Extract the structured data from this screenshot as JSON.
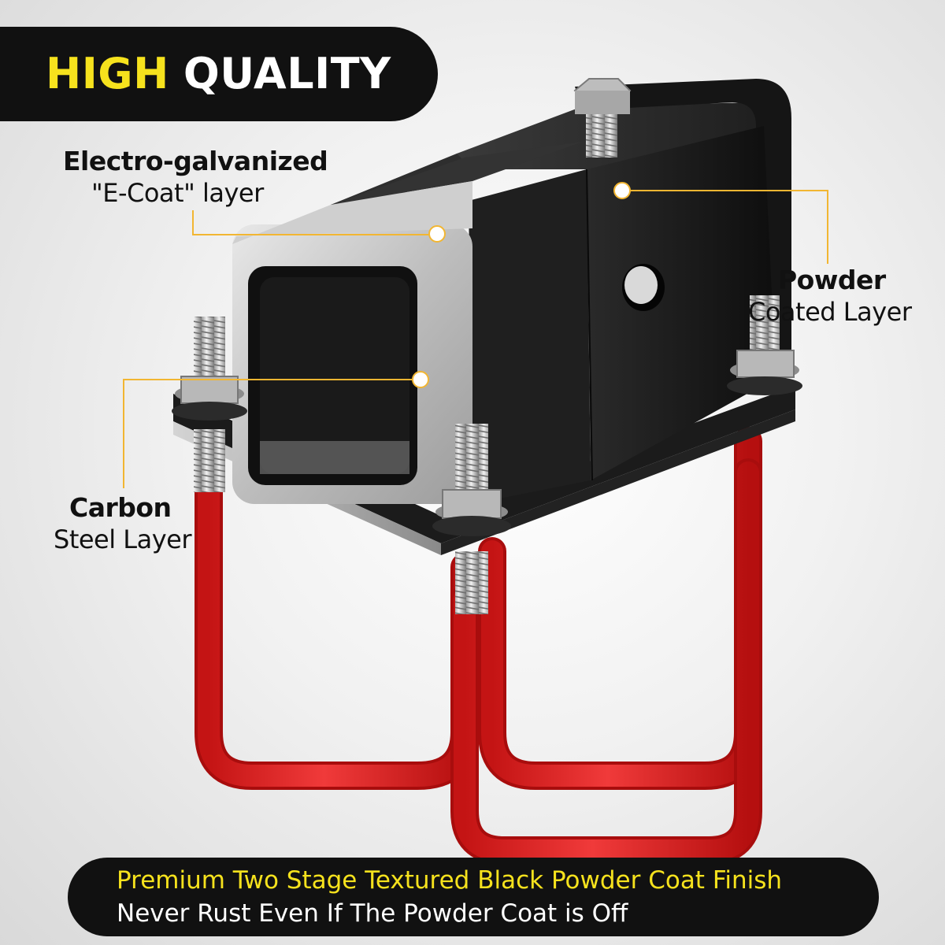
{
  "header": {
    "title_highlight": "HIGH",
    "title_rest": "QUALITY"
  },
  "callouts": {
    "ecoat": {
      "title": "Electro-galvanized",
      "subtitle": "\"E-Coat\" layer"
    },
    "powder": {
      "title": "Powder",
      "subtitle": "Coated Layer"
    },
    "carbon": {
      "title": "Carbon",
      "subtitle": "Steel Layer"
    }
  },
  "footer": {
    "line1": "Premium Two Stage Textured Black Powder Coat Finish",
    "line2": "Never Rust Even If The Powder Coat is Off"
  },
  "colors": {
    "accent_yellow": "#f6e21d",
    "banner_black": "#111111",
    "u_bolt_red": "#e01e1e",
    "callout_line": "#f2b632"
  }
}
